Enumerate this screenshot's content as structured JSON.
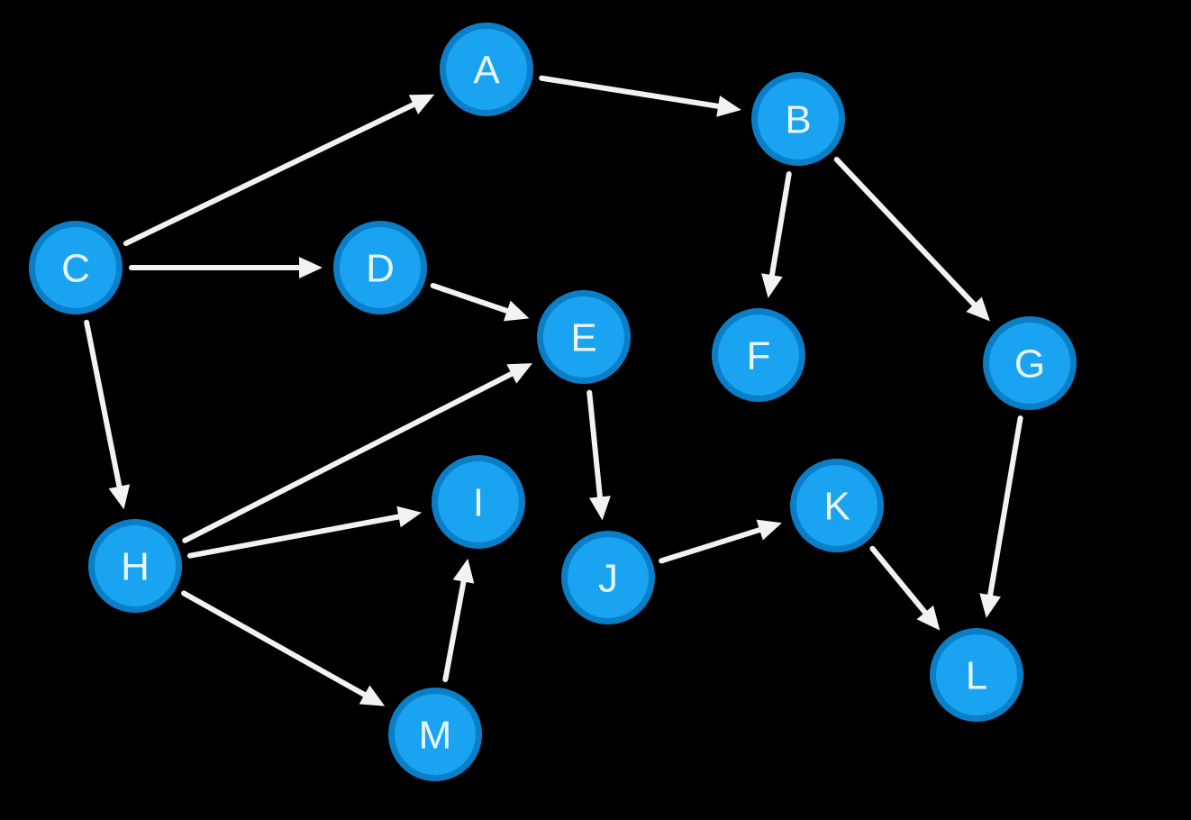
{
  "colors": {
    "background": "#000000",
    "node_fill": "#1aa3f0",
    "node_ring": "#0a7fc8",
    "edge": "#f2f2f2",
    "label": "#e8f6ff"
  },
  "nodes": [
    {
      "id": "A",
      "label": "A"
    },
    {
      "id": "B",
      "label": "B"
    },
    {
      "id": "C",
      "label": "C"
    },
    {
      "id": "D",
      "label": "D"
    },
    {
      "id": "E",
      "label": "E"
    },
    {
      "id": "F",
      "label": "F"
    },
    {
      "id": "G",
      "label": "G"
    },
    {
      "id": "H",
      "label": "H"
    },
    {
      "id": "I",
      "label": "I"
    },
    {
      "id": "J",
      "label": "J"
    },
    {
      "id": "K",
      "label": "K"
    },
    {
      "id": "L",
      "label": "L"
    },
    {
      "id": "M",
      "label": "M"
    }
  ],
  "edges": [
    {
      "from": "A",
      "to": "B"
    },
    {
      "from": "B",
      "to": "F"
    },
    {
      "from": "B",
      "to": "G"
    },
    {
      "from": "C",
      "to": "A"
    },
    {
      "from": "C",
      "to": "D"
    },
    {
      "from": "C",
      "to": "H"
    },
    {
      "from": "D",
      "to": "E"
    },
    {
      "from": "H",
      "to": "E"
    },
    {
      "from": "H",
      "to": "I"
    },
    {
      "from": "H",
      "to": "M"
    },
    {
      "from": "M",
      "to": "I"
    },
    {
      "from": "E",
      "to": "J"
    },
    {
      "from": "J",
      "to": "K"
    },
    {
      "from": "K",
      "to": "L"
    },
    {
      "from": "G",
      "to": "L"
    }
  ]
}
